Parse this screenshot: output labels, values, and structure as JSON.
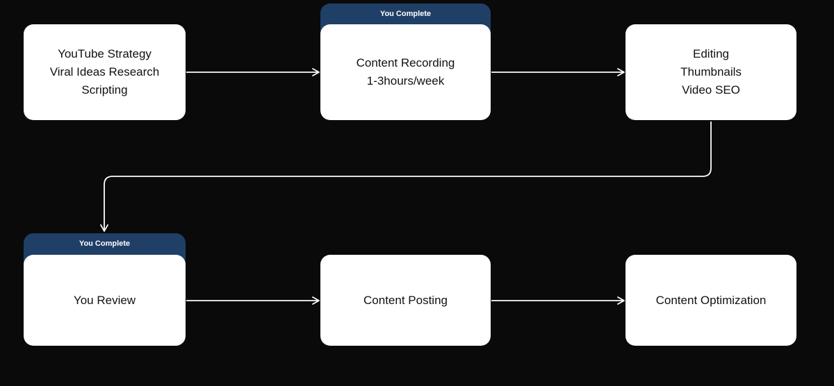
{
  "diagram": {
    "nodes": [
      {
        "id": "n1",
        "lines": [
          "YouTube Strategy",
          "Viral Ideas Research",
          "Scripting"
        ]
      },
      {
        "id": "n2",
        "lines": [
          "Content Recording",
          "1-3hours/week"
        ],
        "tag": "You Complete"
      },
      {
        "id": "n3",
        "lines": [
          "Editing",
          "Thumbnails",
          "Video SEO"
        ]
      },
      {
        "id": "n4",
        "lines": [
          "You Review"
        ],
        "tag": "You Complete"
      },
      {
        "id": "n5",
        "lines": [
          "Content Posting"
        ]
      },
      {
        "id": "n6",
        "lines": [
          "Content Optimization"
        ]
      }
    ],
    "edges": [
      {
        "from": "n1",
        "to": "n2"
      },
      {
        "from": "n2",
        "to": "n3"
      },
      {
        "from": "n3",
        "to": "n4"
      },
      {
        "from": "n4",
        "to": "n5"
      },
      {
        "from": "n5",
        "to": "n6"
      }
    ],
    "colors": {
      "background": "#0a0a0a",
      "node": "#ffffff",
      "tag": "#1f3f66",
      "connector": "#ffffff"
    }
  }
}
